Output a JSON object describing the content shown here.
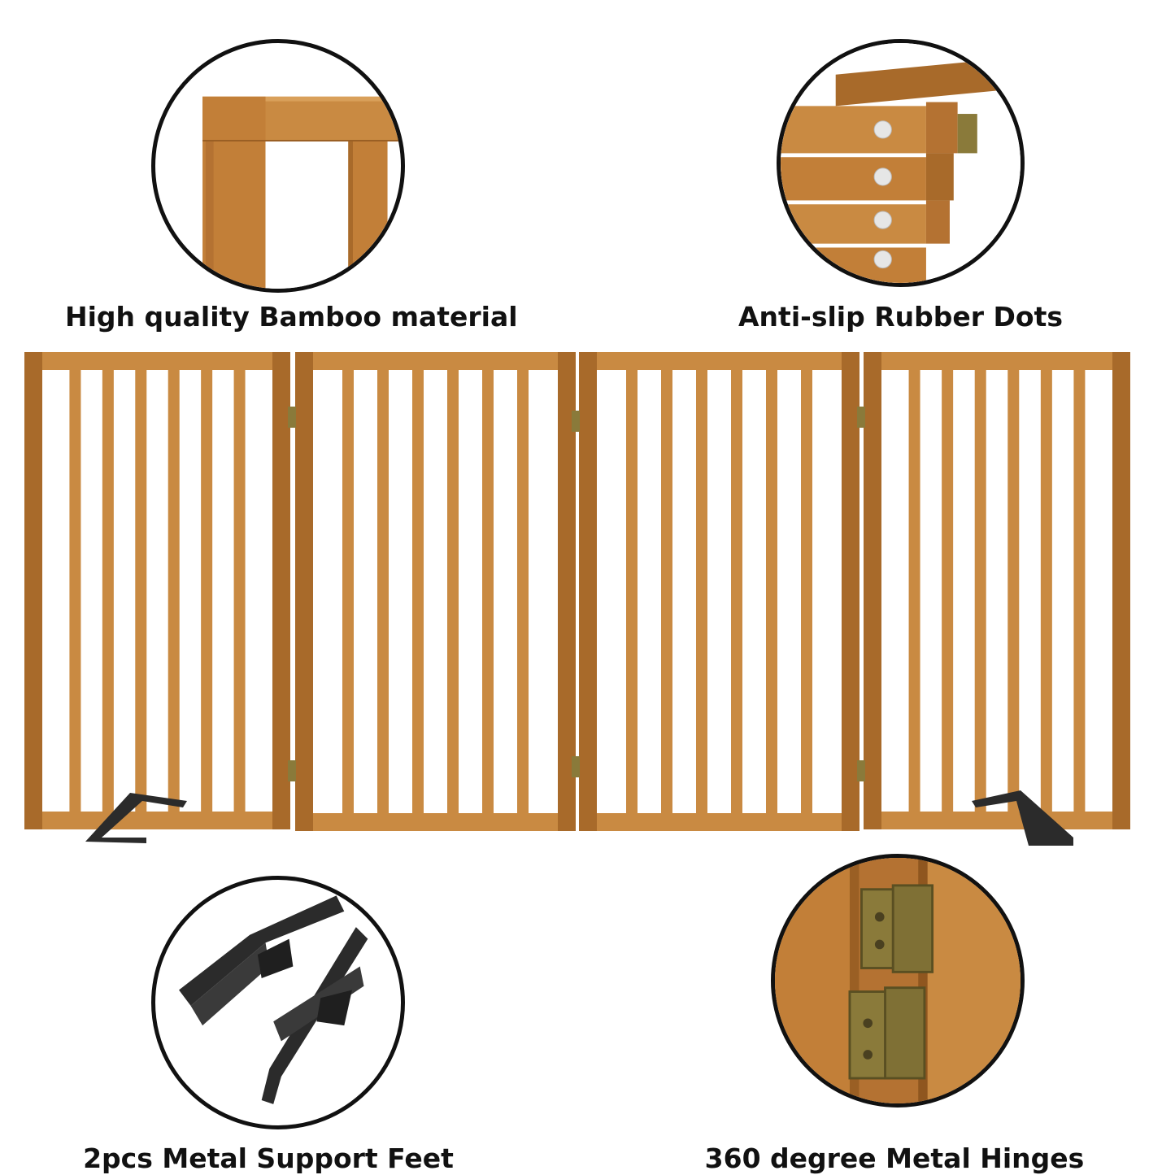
{
  "features": {
    "bamboo": {
      "caption": "High quality Bamboo material",
      "icon": "bamboo-frame-icon"
    },
    "dots": {
      "caption": "Anti-slip Rubber Dots",
      "icon": "rubber-dots-icon"
    },
    "feet": {
      "caption": "2pcs Metal Support Feet",
      "icon": "support-feet-icon"
    },
    "hinges": {
      "caption": "360 degree Metal Hinges",
      "icon": "hinge-icon"
    }
  },
  "gate": {
    "panels": 4,
    "slats_per_panel": 6
  },
  "colors": {
    "wood": "#c98a42",
    "wood_dark": "#a86a2a",
    "metal_black": "#2b2b2b",
    "brass": "#8a7a3a",
    "outline": "#111111"
  }
}
